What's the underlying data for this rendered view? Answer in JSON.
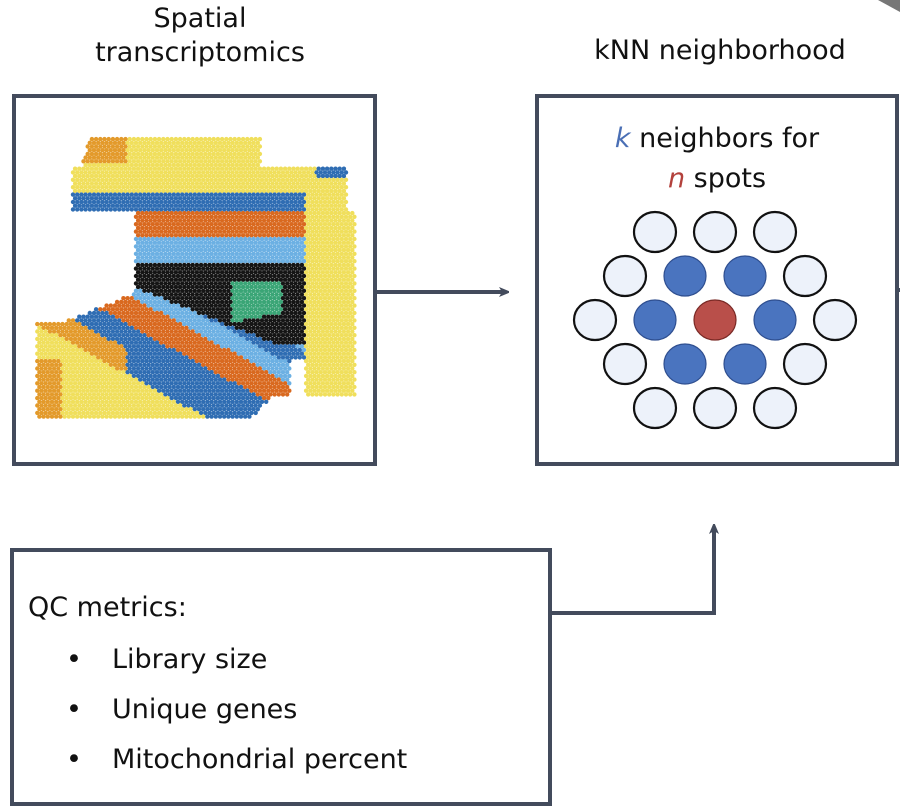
{
  "panels": {
    "spatial": {
      "title_line1": "Spatial",
      "title_line2": "transcriptomics",
      "region_colors": {
        "yellow": "#f0df5c",
        "dark_orange": "#e39a2b",
        "blue": "#2f6db3",
        "orange": "#d9691f",
        "light_blue": "#6cb0e3",
        "black": "#151515",
        "green": "#3aa576"
      }
    },
    "knn": {
      "title": "kNN neighborhood",
      "k_var": "k",
      "line1_rest": " neighbors for",
      "n_var": "n",
      "line2_rest": " spots",
      "spot_colors": {
        "center": "#b94f4a",
        "neighbor": "#4a74bf",
        "other": "#edf2fa"
      },
      "neighbor_count": 6,
      "other_count": 12
    },
    "qc": {
      "heading": "QC metrics:",
      "bullet": "•",
      "items": [
        "Library size",
        "Unique genes",
        "Mitochondrial percent"
      ]
    }
  },
  "colors": {
    "box_border": "#434b5c",
    "arrow": "#434b5c"
  }
}
